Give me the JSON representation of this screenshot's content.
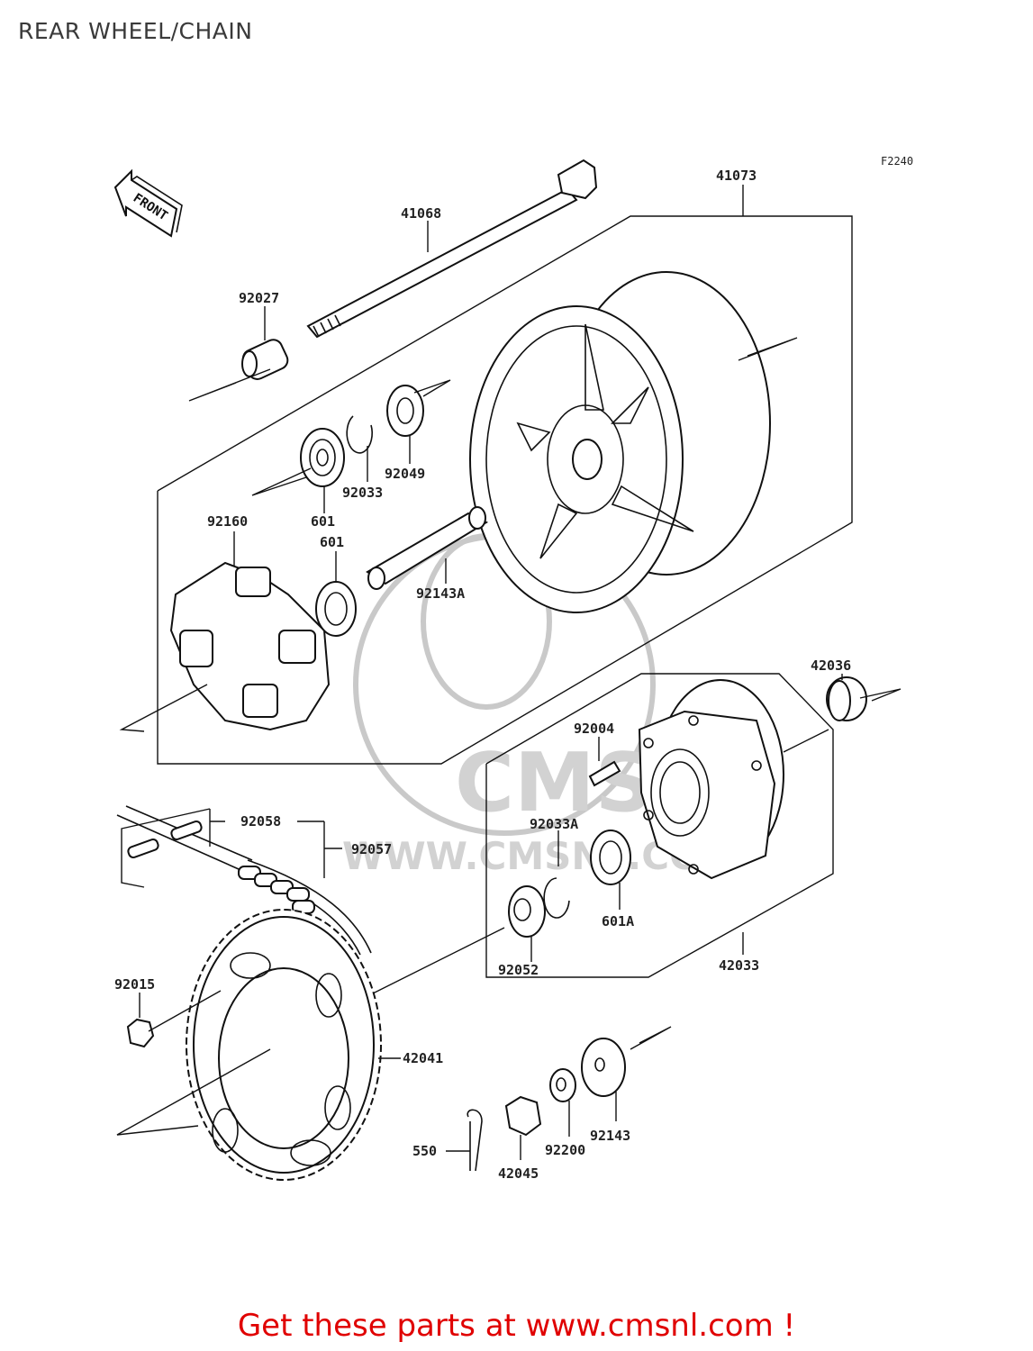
{
  "title": "REAR WHEEL/CHAIN",
  "figure_code": "F2240",
  "front_arrow_text": "FRONT",
  "watermark_text": "WWW.CMSNL.COM",
  "watermark_logo_text": "CMS",
  "footer": "Get these parts at www.cmsnl.com !",
  "parts": {
    "p41073": "41073",
    "p41068": "41068",
    "p92027": "92027",
    "p92049": "92049",
    "p92033": "92033",
    "p601_top": "601",
    "p601_mid": "601",
    "p92160": "92160",
    "p92143A": "92143A",
    "p42036": "42036",
    "p92004": "92004",
    "p92058": "92058",
    "p92057": "92057",
    "p92033A": "92033A",
    "p601A": "601A",
    "p92052": "92052",
    "p42033": "42033",
    "p92015": "92015",
    "p42041": "42041",
    "p92143": "92143",
    "p92200": "92200",
    "p550": "550",
    "p42045": "42045"
  }
}
